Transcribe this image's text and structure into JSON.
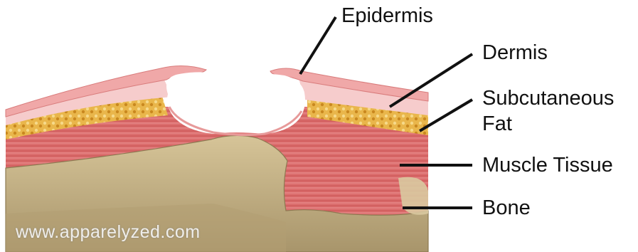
{
  "labels": {
    "epidermis": "Epidermis",
    "dermis": "Dermis",
    "subcutaneous_line1": "Subcutaneous",
    "subcutaneous_line2": "Fat",
    "muscle": "Muscle Tissue",
    "bone": "Bone"
  },
  "watermark": "www.apparelyzed.com",
  "colors": {
    "epidermis": "#f0a8a8",
    "dermis": "#f6cccc",
    "fat": "#e0a63a",
    "muscle": "#dc6e6e",
    "bone": "#c8b487",
    "leader_lines": "#111111"
  }
}
